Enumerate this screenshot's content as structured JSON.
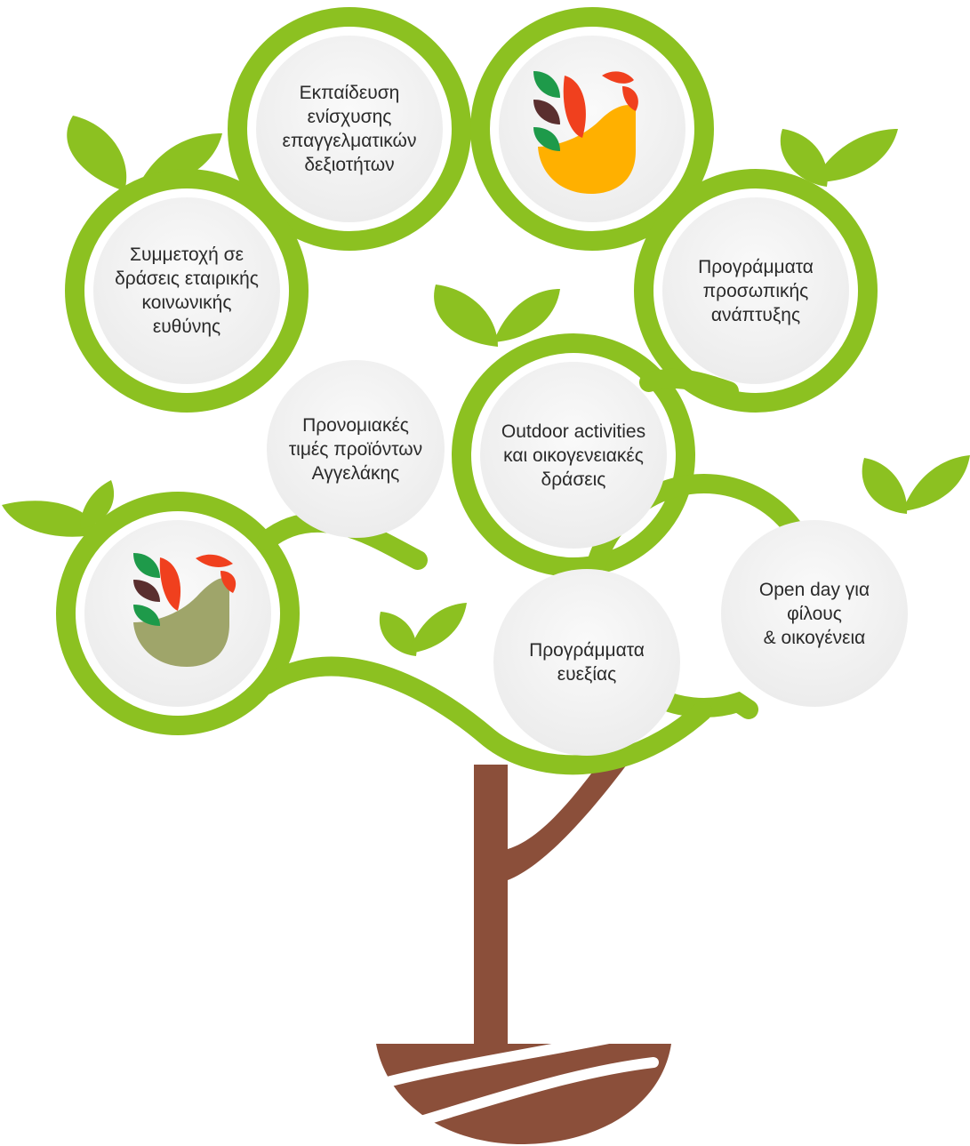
{
  "colors": {
    "branch_green": "#8cc121",
    "leaf_green": "#8cc121",
    "trunk_brown": "#8b4f3a",
    "soil_brown": "#8b4f3a",
    "bubble_fill": "#f3f3f3",
    "text": "#2a2a2a",
    "rooster_red": "#f0401e",
    "rooster_green": "#1e9a4a",
    "rooster_dark": "#5a2f2f",
    "rooster_yellow": "#ffb000",
    "rooster_olive": "#9fa56a"
  },
  "bubbles": {
    "training": "Εκπαίδευση\nενίσχυσης\nεπαγγελματικών\nδεξιοτήτων",
    "csr": "Συμμετοχή σε\nδράσεις εταιρικής\nκοινωνικής\nευθύνης",
    "personal_dev": "Προγράμματα\nπροσωπικής\nανάπτυξης",
    "discounts": "Προνομιακές\nτιμές προϊόντων\nΑγγελάκης",
    "outdoor": "Outdoor activities\nκαι οικογενειακές\nδράσεις",
    "open_day": "Open day για\nφίλους\n& οικογένεια",
    "wellness": "Προγράμματα\nευεξίας"
  },
  "icons": {
    "top_logo": "rooster-logo-icon",
    "bottom_logo": "rooster-logo-icon"
  }
}
